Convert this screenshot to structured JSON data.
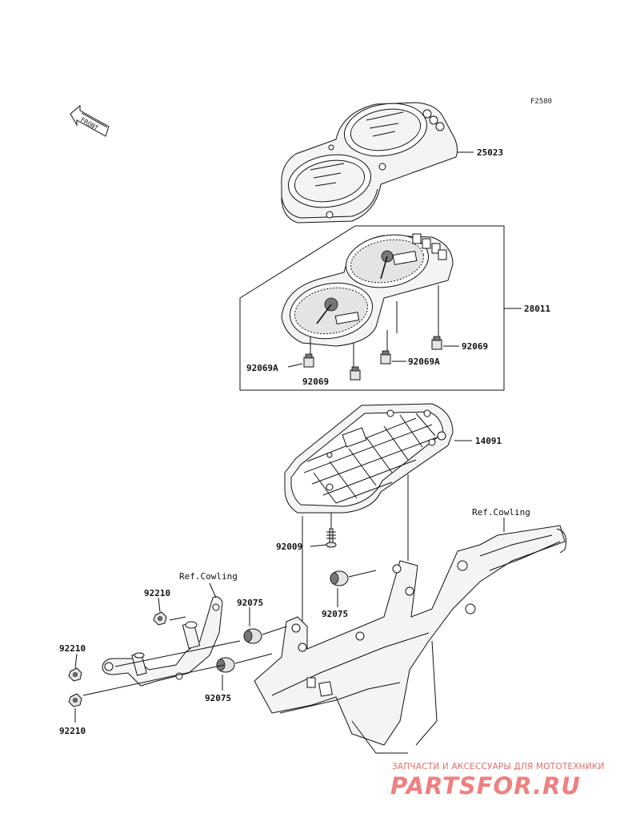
{
  "diagram_code": "F2580",
  "front_marker": "FRONT",
  "parts": {
    "p25023": "25023",
    "p28011": "28011",
    "p14091": "14091",
    "p92069_a": "92069",
    "p92069_b": "92069",
    "p92069A_a": "92069A",
    "p92069A_b": "92069A",
    "p92009": "92009",
    "p92075_a": "92075",
    "p92075_b": "92075",
    "p92075_c": "92075",
    "p92210_a": "92210",
    "p92210_b": "92210",
    "p92210_c": "92210"
  },
  "refs": {
    "cowling_right": "Ref.Cowling",
    "cowling_left": "Ref.Cowling"
  },
  "watermark": {
    "tagline": "ЗАПЧАСТИ И АКСЕССУАРЫ ДЛЯ МОТОТЕХНИКИ",
    "brand": "PARTSFOR.RU"
  }
}
